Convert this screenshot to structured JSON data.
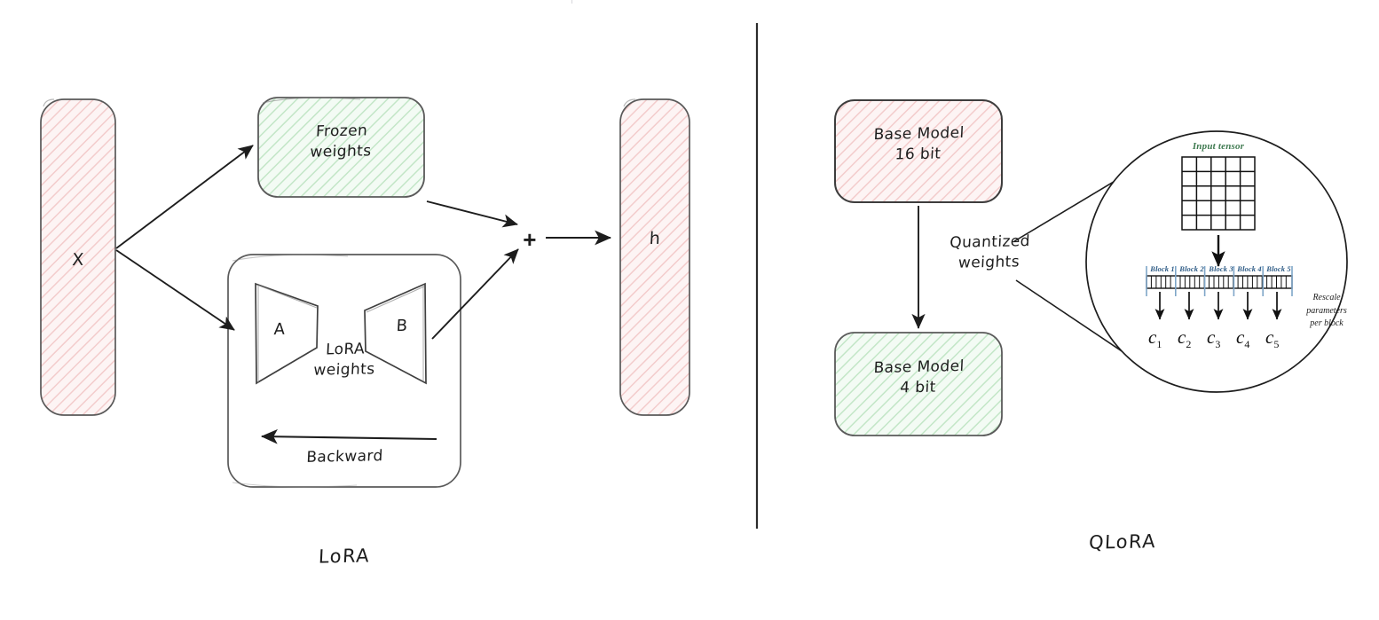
{
  "diagram": {
    "title_left": "LoRA",
    "title_right": "QLoRA",
    "clipped_top_text": "·· ·· · ·| ·· ·· · ··  ·· ·· ·· ·· · ·· ·",
    "colors": {
      "pink_fill": "#fbeeee",
      "pink_hatch": "#f2c9c9",
      "green_fill": "#eef8ef",
      "green_hatch": "#bfe3c3",
      "stroke": "#4a4a4a",
      "ink": "#1d1d1d",
      "tensor_caption": "#3f7a50",
      "block_caption": "#2f5c86",
      "block_divider": "#7fa6c8",
      "divider": "#2b2b2b"
    }
  },
  "lora": {
    "input_bar": {
      "label": "X"
    },
    "output_bar": {
      "label": "h"
    },
    "frozen_box": {
      "label": "Frozen\nweights"
    },
    "combine_symbol": "+",
    "lora_group": {
      "matrix_a": "A",
      "matrix_b": "B",
      "caption": "LoRA\nweights",
      "backward_label": "Backward"
    },
    "section_label": "LoRA"
  },
  "qlora": {
    "base_model_16bit": {
      "label": "Base Model\n16 bit"
    },
    "base_model_4bit": {
      "label": "Base Model\n4 bit"
    },
    "edge_label": "Quantized\nweights",
    "section_label": "QLoRA",
    "magnifier": {
      "tensor_caption": "Input tensor",
      "tensor_grid": {
        "rows": 5,
        "cols": 5
      },
      "blocks": [
        {
          "label": "Block 1",
          "cells": 6
        },
        {
          "label": "Block 2",
          "cells": 6
        },
        {
          "label": "Block 3",
          "cells": 6
        },
        {
          "label": "Block 4",
          "cells": 6
        },
        {
          "label": "Block 5",
          "cells": 6
        }
      ],
      "rescale_caption": "Rescale\nparameters\nper block",
      "constants": [
        {
          "base": "c",
          "sub": "1"
        },
        {
          "base": "c",
          "sub": "2"
        },
        {
          "base": "c",
          "sub": "3"
        },
        {
          "base": "c",
          "sub": "4"
        },
        {
          "base": "c",
          "sub": "5"
        }
      ]
    }
  }
}
